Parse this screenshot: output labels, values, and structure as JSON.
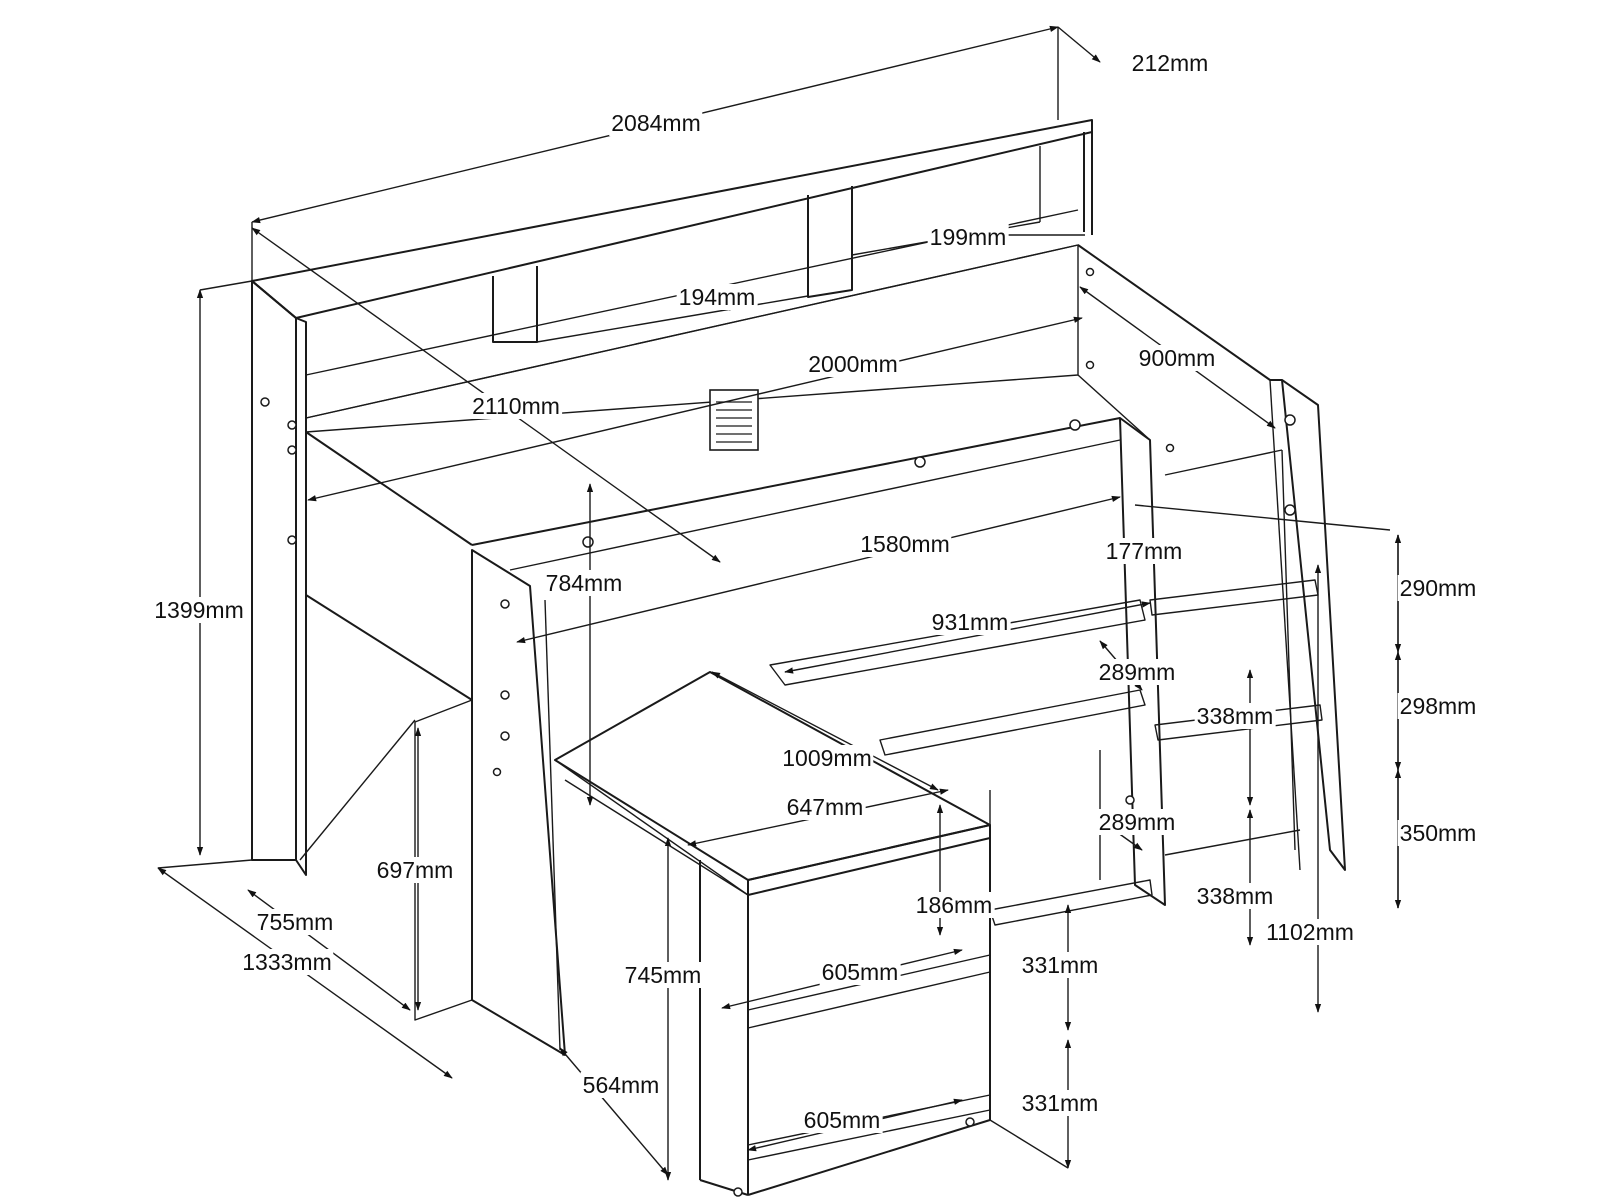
{
  "dimensions": [
    {
      "id": "d212",
      "label": "212mm"
    },
    {
      "id": "d2084",
      "label": "2084mm"
    },
    {
      "id": "d199",
      "label": "199mm"
    },
    {
      "id": "d194",
      "label": "194mm"
    },
    {
      "id": "d2000",
      "label": "2000mm"
    },
    {
      "id": "d900",
      "label": "900mm"
    },
    {
      "id": "d2110",
      "label": "2110mm"
    },
    {
      "id": "d1580",
      "label": "1580mm"
    },
    {
      "id": "d177",
      "label": "177mm"
    },
    {
      "id": "d290",
      "label": "290mm"
    },
    {
      "id": "d784",
      "label": "784mm"
    },
    {
      "id": "d1399",
      "label": "1399mm"
    },
    {
      "id": "d931",
      "label": "931mm"
    },
    {
      "id": "d289a",
      "label": "289mm"
    },
    {
      "id": "d298",
      "label": "298mm"
    },
    {
      "id": "d338a",
      "label": "338mm"
    },
    {
      "id": "d1009",
      "label": "1009mm"
    },
    {
      "id": "d647",
      "label": "647mm"
    },
    {
      "id": "d289b",
      "label": "289mm"
    },
    {
      "id": "d350",
      "label": "350mm"
    },
    {
      "id": "d697",
      "label": "697mm"
    },
    {
      "id": "d186",
      "label": "186mm"
    },
    {
      "id": "d338b",
      "label": "338mm"
    },
    {
      "id": "d1102",
      "label": "1102mm"
    },
    {
      "id": "d755",
      "label": "755mm"
    },
    {
      "id": "d1333",
      "label": "1333mm"
    },
    {
      "id": "d745",
      "label": "745mm"
    },
    {
      "id": "d605a",
      "label": "605mm"
    },
    {
      "id": "d331a",
      "label": "331mm"
    },
    {
      "id": "d564",
      "label": "564mm"
    },
    {
      "id": "d605b",
      "label": "605mm"
    },
    {
      "id": "d331b",
      "label": "331mm"
    }
  ]
}
